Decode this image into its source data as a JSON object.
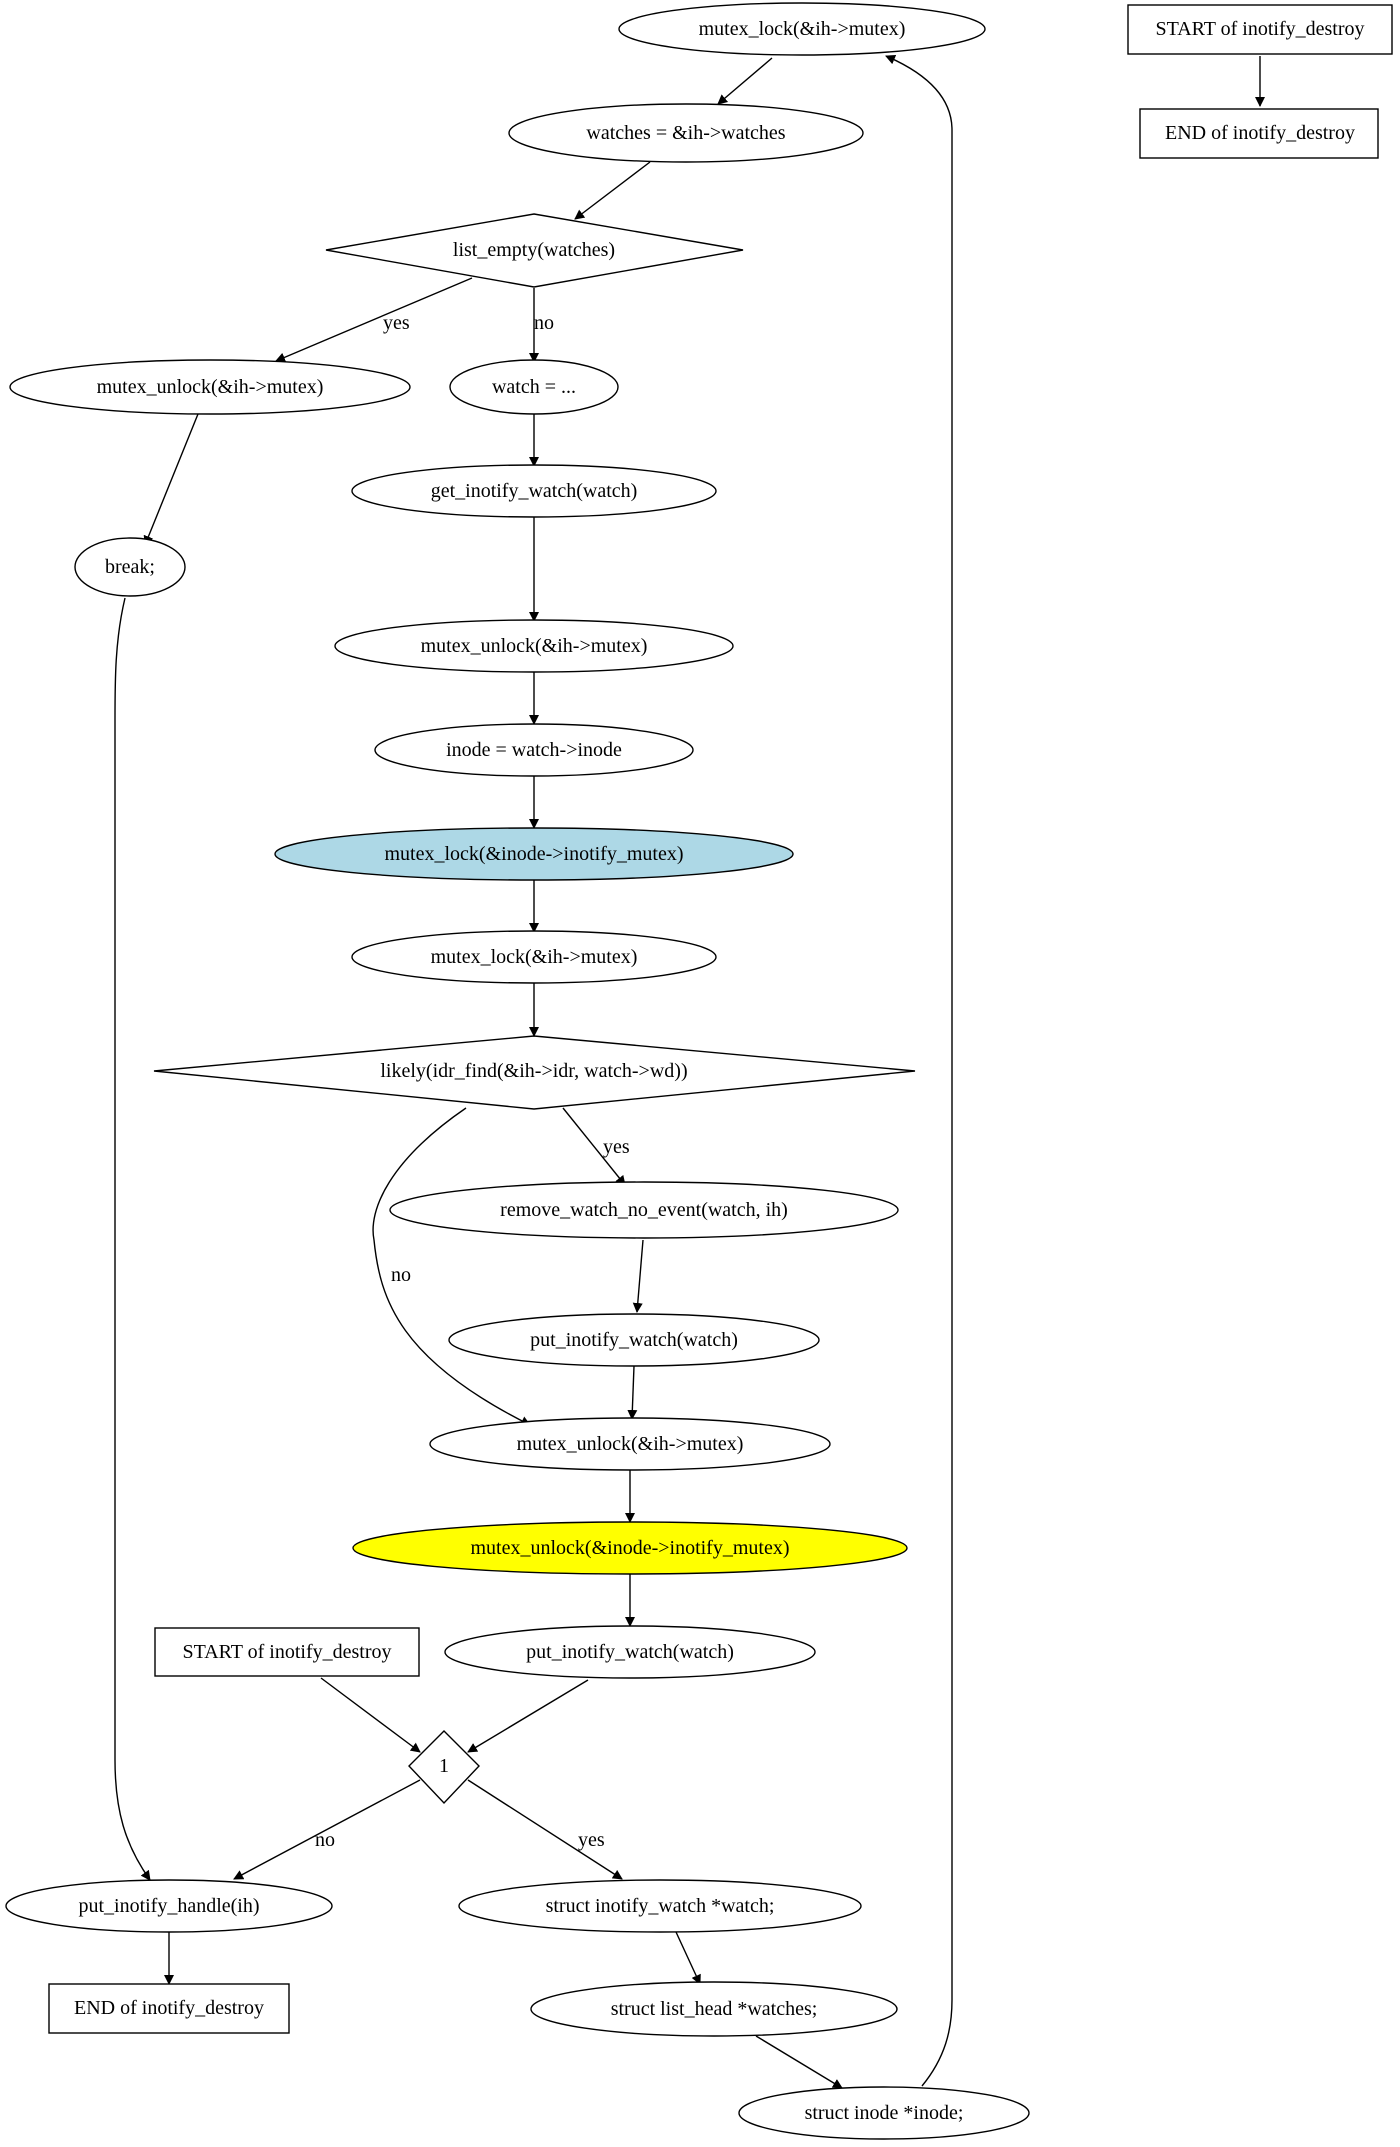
{
  "nodes": {
    "n_lock_ih_top": {
      "label": "mutex_lock(&ih->mutex)",
      "shape": "ellipse"
    },
    "n_watches_assign": {
      "label": "watches = &ih->watches",
      "shape": "ellipse"
    },
    "n_list_empty": {
      "label": "list_empty(watches)",
      "shape": "diamond"
    },
    "n_unlock_ih_break": {
      "label": "mutex_unlock(&ih->mutex)",
      "shape": "ellipse"
    },
    "n_watch_assign": {
      "label": "watch = ...",
      "shape": "ellipse"
    },
    "n_break": {
      "label": "break;",
      "shape": "ellipse"
    },
    "n_get_watch": {
      "label": "get_inotify_watch(watch)",
      "shape": "ellipse"
    },
    "n_unlock_ih_mid": {
      "label": "mutex_unlock(&ih->mutex)",
      "shape": "ellipse"
    },
    "n_inode_assign": {
      "label": "inode = watch->inode",
      "shape": "ellipse"
    },
    "n_lock_inode": {
      "label": "mutex_lock(&inode->inotify_mutex)",
      "shape": "ellipse",
      "fill": "#add8e6"
    },
    "n_lock_ih_mid": {
      "label": "mutex_lock(&ih->mutex)",
      "shape": "ellipse"
    },
    "n_likely": {
      "label": "likely(idr_find(&ih->idr, watch->wd))",
      "shape": "diamond"
    },
    "n_remove_watch": {
      "label": "remove_watch_no_event(watch, ih)",
      "shape": "ellipse"
    },
    "n_put_watch_1": {
      "label": "put_inotify_watch(watch)",
      "shape": "ellipse"
    },
    "n_unlock_ih_low": {
      "label": "mutex_unlock(&ih->mutex)",
      "shape": "ellipse"
    },
    "n_unlock_inode": {
      "label": "mutex_unlock(&inode->inotify_mutex)",
      "shape": "ellipse",
      "fill": "#ffff00"
    },
    "n_put_watch_2": {
      "label": "put_inotify_watch(watch)",
      "shape": "ellipse"
    },
    "n_start_main": {
      "label": "START of inotify_destroy",
      "shape": "box"
    },
    "n_loop_cond": {
      "label": "1",
      "shape": "diamond"
    },
    "n_put_handle": {
      "label": "put_inotify_handle(ih)",
      "shape": "ellipse"
    },
    "n_decl_watch": {
      "label": "struct inotify_watch *watch;",
      "shape": "ellipse"
    },
    "n_end_main": {
      "label": "END of inotify_destroy",
      "shape": "box"
    },
    "n_decl_watches": {
      "label": "struct list_head *watches;",
      "shape": "ellipse"
    },
    "n_decl_inode": {
      "label": "struct inode *inode;",
      "shape": "ellipse"
    },
    "n_start_side": {
      "label": "START of inotify_destroy",
      "shape": "box"
    },
    "n_end_side": {
      "label": "END of inotify_destroy",
      "shape": "box"
    }
  },
  "edge_labels": {
    "list_empty_yes": "yes",
    "list_empty_no": "no",
    "likely_yes": "yes",
    "likely_no": "no",
    "loop_no": "no",
    "loop_yes": "yes"
  }
}
